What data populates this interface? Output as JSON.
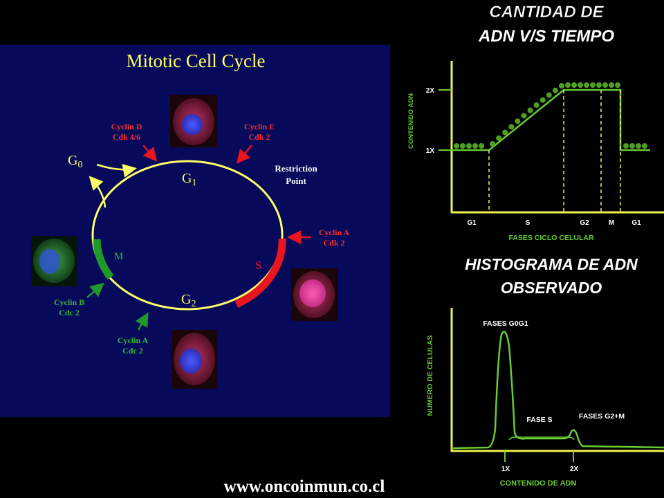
{
  "colors": {
    "panel_bg": "#070a5a",
    "yellow": "#ffff66",
    "red": "#e8141e",
    "green": "#1f9a2a",
    "red_text": "#ff2a2a",
    "green_text": "#3cb43c",
    "chart_green": "#66cc33",
    "chart_yellow": "#f2f24a",
    "dot_green": "#4fa020"
  },
  "cycle": {
    "title": "Mitotic Cell Cycle",
    "g0": {
      "letter": "G",
      "sub": "0"
    },
    "g1": {
      "letter": "G",
      "sub": "1"
    },
    "g2": {
      "letter": "G",
      "sub": "2"
    },
    "s_label": "S",
    "m_label": "M",
    "restriction_1": "Restriction",
    "restriction_2": "Point",
    "cyclin_d_1": "Cyclin D",
    "cyclin_d_2": "Cdk 4/6",
    "cyclin_e_1": "Cyclin E",
    "cyclin_e_2": "Cdk 2",
    "cyclin_a_s_1": "Cyclin A",
    "cyclin_a_s_2": "Cdk 2",
    "cyclin_b_1": "Cyclin B",
    "cyclin_b_2": "Cdc 2",
    "cyclin_a_g2_1": "Cyclin A",
    "cyclin_a_g2_2": "Cdc 2"
  },
  "dna_time": {
    "title_1": "CANTIDAD DE",
    "title_2": "ADN V/S TIEMPO",
    "ylabel": "CONTENIDO ADN",
    "xlabel": "FASES CICLO CELULAR",
    "y_ticks": [
      "2X",
      "1X"
    ],
    "phases": [
      "G1",
      "S",
      "G2",
      "M",
      "G1"
    ]
  },
  "histogram": {
    "title_1": "HISTOGRAMA DE ADN",
    "title_2": "OBSERVADO",
    "ylabel": "NUMERO DE CELULAS",
    "xlabel": "CONTENIDO DE ADN",
    "x_ticks": [
      "1X",
      "2X"
    ],
    "label_g0g1": "FASES G0G1",
    "label_s": "FASE S",
    "label_g2m": "FASES G2+M"
  },
  "footer": {
    "url": "www.oncoinmun.co.cl"
  }
}
